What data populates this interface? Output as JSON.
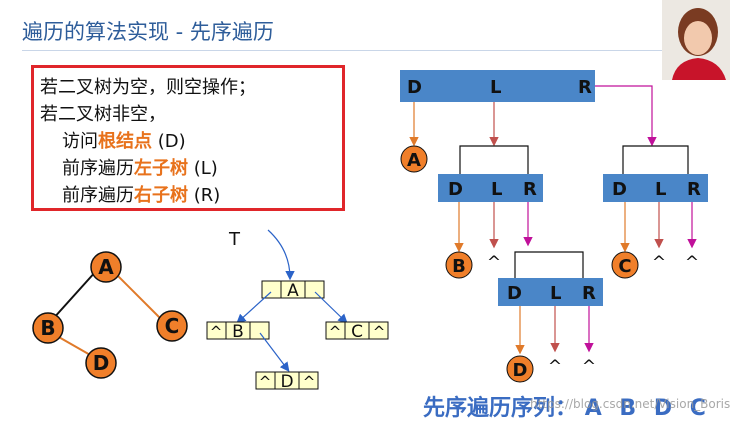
{
  "slide": {
    "title": "遍历的算法实现 - 先序遍历",
    "rules": [
      {
        "before": "若二叉树为空，则空操作；",
        "highlight": "",
        "after": ""
      },
      {
        "before": "若二叉树非空，",
        "highlight": "",
        "after": ""
      },
      {
        "before": "访问",
        "highlight": "根结点",
        "after": " (D)"
      },
      {
        "before": "前序遍历",
        "highlight": "左子树",
        "after": " (L)"
      },
      {
        "before": "前序遍历",
        "highlight": "右子树",
        "after": " (R)"
      }
    ],
    "sequence_label": "先序遍历序列：",
    "sequence": [
      "A",
      "B",
      "D",
      "C"
    ],
    "watermark": "https://blog.csdn.net/Vision_Boris"
  },
  "logical_tree": {
    "nodes": [
      "A",
      "B",
      "C",
      "D"
    ]
  },
  "linked_structure": {
    "pointer_label": "T",
    "null_mark": "^",
    "nodes": {
      "A": "A",
      "B": "B",
      "C": "C",
      "D": "D"
    }
  },
  "recursion": {
    "frame_cells": [
      "D",
      "L",
      "R"
    ],
    "visited": [
      "A",
      "B",
      "C",
      "D"
    ],
    "null_mark": "^"
  },
  "colors": {
    "title": "#2e5d9a",
    "frame_fill": "#4a86c8",
    "orange_node": "#f07f2a",
    "red_border": "#e0262a",
    "magenta_arrow": "#c0109a",
    "orange_arrow": "#e07a2a",
    "red_arrow": "#c0504d",
    "cell_fill": "#ffffcc",
    "highlight_text": "#e8721c",
    "sequence_text": "#3a6cc2"
  }
}
